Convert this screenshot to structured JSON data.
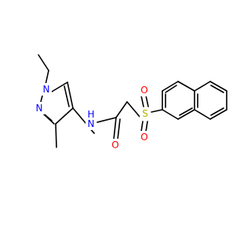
{
  "molecule": {
    "atom_labels": {
      "n1": "N",
      "n2": "N",
      "nh": "N",
      "h": "H",
      "o_carbonyl": "O",
      "s": "S",
      "o_s_top": "O",
      "o_s_bottom": "O"
    },
    "colors": {
      "bond": "#000000",
      "nitrogen": "#0000ff",
      "oxygen": "#ff0000",
      "sulfur": "#b2b200",
      "background": "#ffffff"
    }
  }
}
